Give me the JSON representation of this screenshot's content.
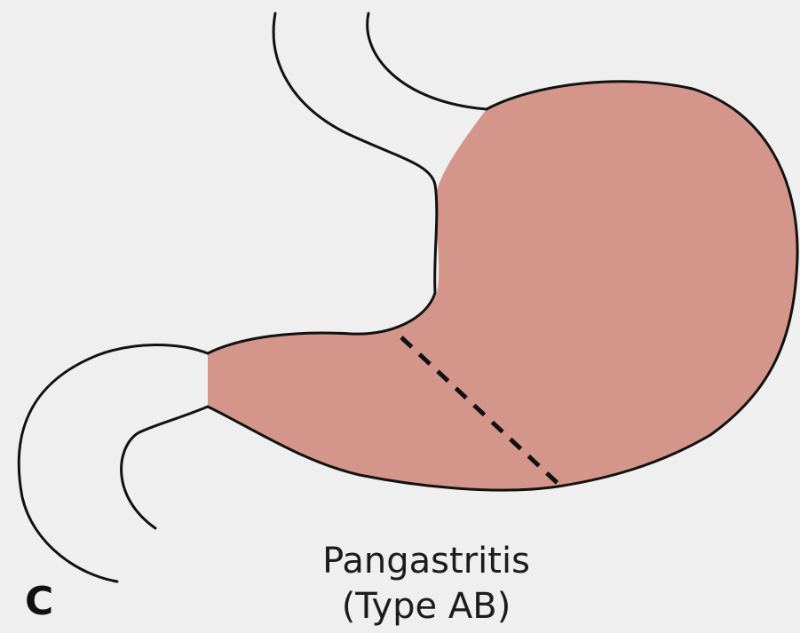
{
  "figure": {
    "panel_label": "C",
    "caption_title": "Pangastritis",
    "caption_subtitle": "(Type AB)"
  },
  "colors": {
    "background": "#efefef",
    "stomach_fill": "#d4968a",
    "outline": "#111111"
  }
}
